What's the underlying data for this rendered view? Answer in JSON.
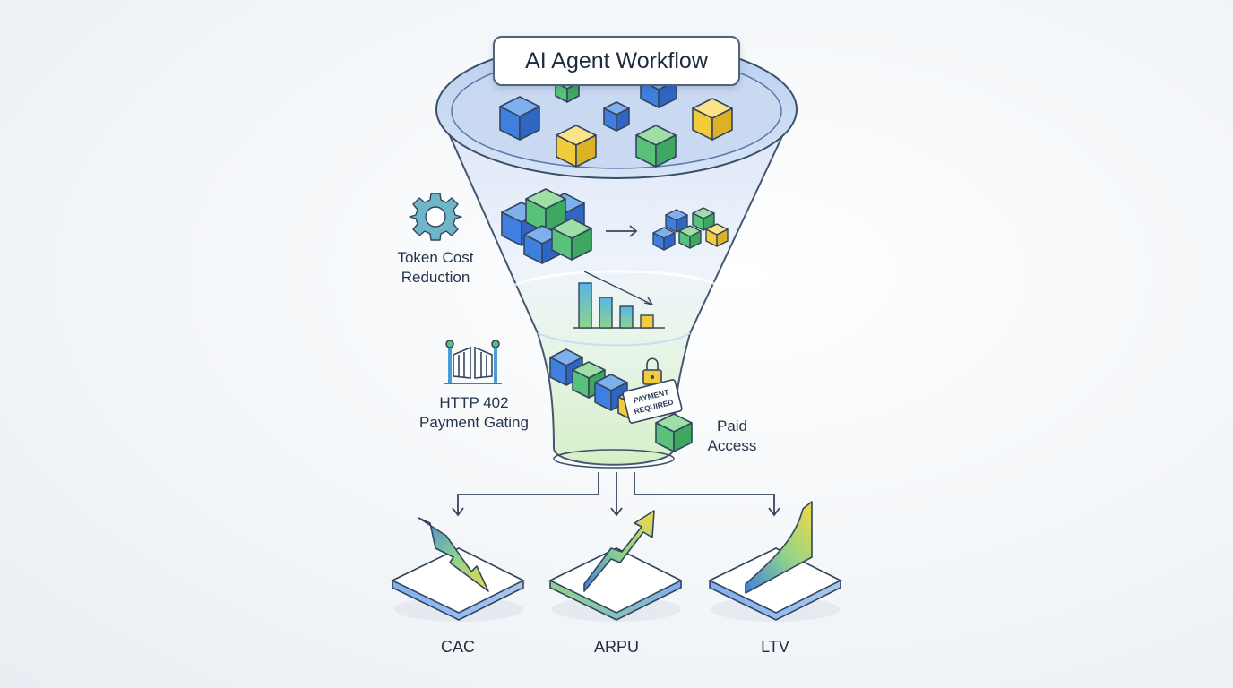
{
  "title": "AI Agent Workflow",
  "stages": {
    "token_cost": {
      "line1": "Token Cost",
      "line2": "Reduction",
      "icon": "gear-icon"
    },
    "payment_gating": {
      "line1": "HTTP 402",
      "line2": "Payment Gating",
      "icon": "gate-icon"
    },
    "paid_access": {
      "line1": "Paid",
      "line2": "Access"
    },
    "payment_tag": {
      "line1": "PAYMENT",
      "line2": "REQUIRED",
      "icon": "lock-icon"
    }
  },
  "metrics": [
    {
      "label": "CAC",
      "trend": "down"
    },
    {
      "label": "ARPU",
      "trend": "up"
    },
    {
      "label": "LTV",
      "trend": "up"
    }
  ],
  "colors": {
    "blue": "#3f7fe0",
    "green": "#59c27a",
    "yellow": "#f2cc3d",
    "outline": "#34465e"
  }
}
